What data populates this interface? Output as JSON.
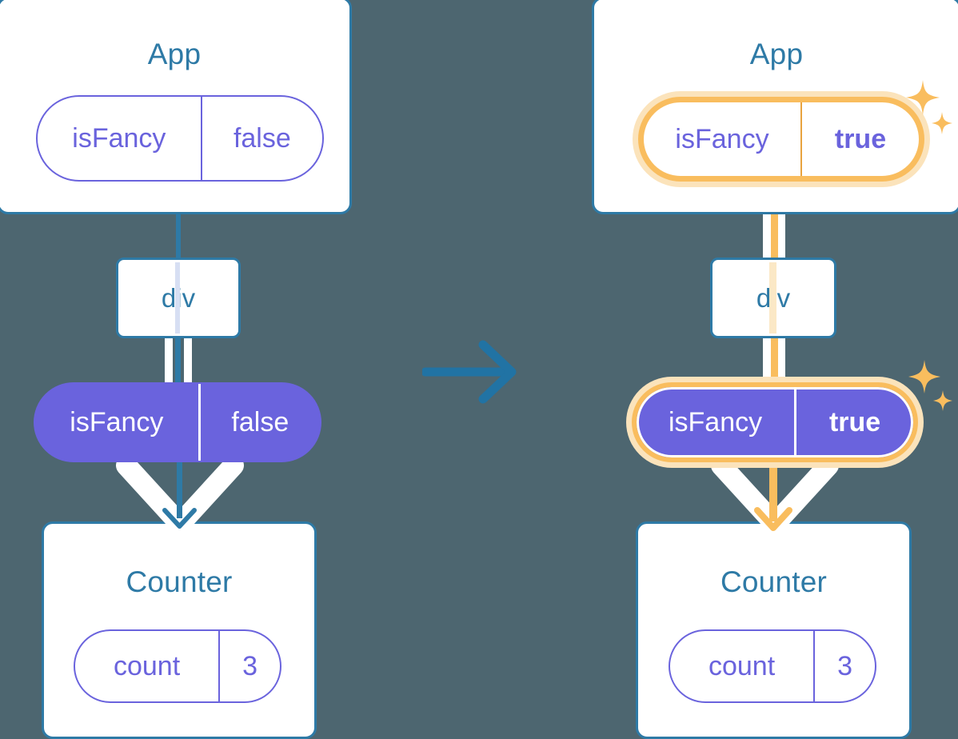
{
  "diagram": {
    "type": "react-state-propagation",
    "background_color": "#4d6670",
    "accent_blue": "#2e7aa6",
    "accent_purple": "#6a63dd",
    "accent_orange": "#f9bd5e",
    "accent_orange_glow": "#fbe3bb",
    "transition_arrow": "right-arrow"
  },
  "left": {
    "app": {
      "title": "App",
      "state_pill": {
        "name": "isFancy",
        "value": "false",
        "highlighted": false,
        "style": "outline"
      }
    },
    "div_node": {
      "label": "div"
    },
    "props_pill": {
      "name": "isFancy",
      "value": "false",
      "highlighted": false,
      "style": "solid"
    },
    "counter": {
      "title": "Counter",
      "state_pill": {
        "name": "count",
        "value": "3",
        "highlighted": false,
        "style": "outline"
      }
    }
  },
  "right": {
    "app": {
      "title": "App",
      "state_pill": {
        "name": "isFancy",
        "value": "true",
        "highlighted": true,
        "style": "outline"
      }
    },
    "div_node": {
      "label": "div"
    },
    "props_pill": {
      "name": "isFancy",
      "value": "true",
      "highlighted": true,
      "style": "solid"
    },
    "counter": {
      "title": "Counter",
      "state_pill": {
        "name": "count",
        "value": "3",
        "highlighted": false,
        "style": "outline"
      }
    },
    "sparkle_top": "sparkles-icon",
    "sparkle_mid": "sparkles-icon"
  }
}
